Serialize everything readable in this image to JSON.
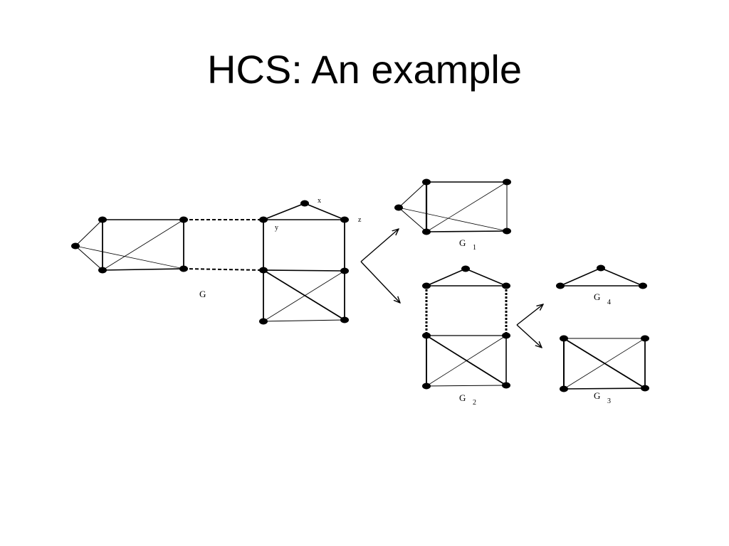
{
  "slide": {
    "title": "HCS: An example"
  },
  "diagram": {
    "labels": {
      "G": "G",
      "x": "x",
      "y": "y",
      "z": "z",
      "G1": "G",
      "G1_sub": "1",
      "G2": "G",
      "G2_sub": "2",
      "G3": "G",
      "G3_sub": "3",
      "G4": "G",
      "G4_sub": "4"
    }
  }
}
